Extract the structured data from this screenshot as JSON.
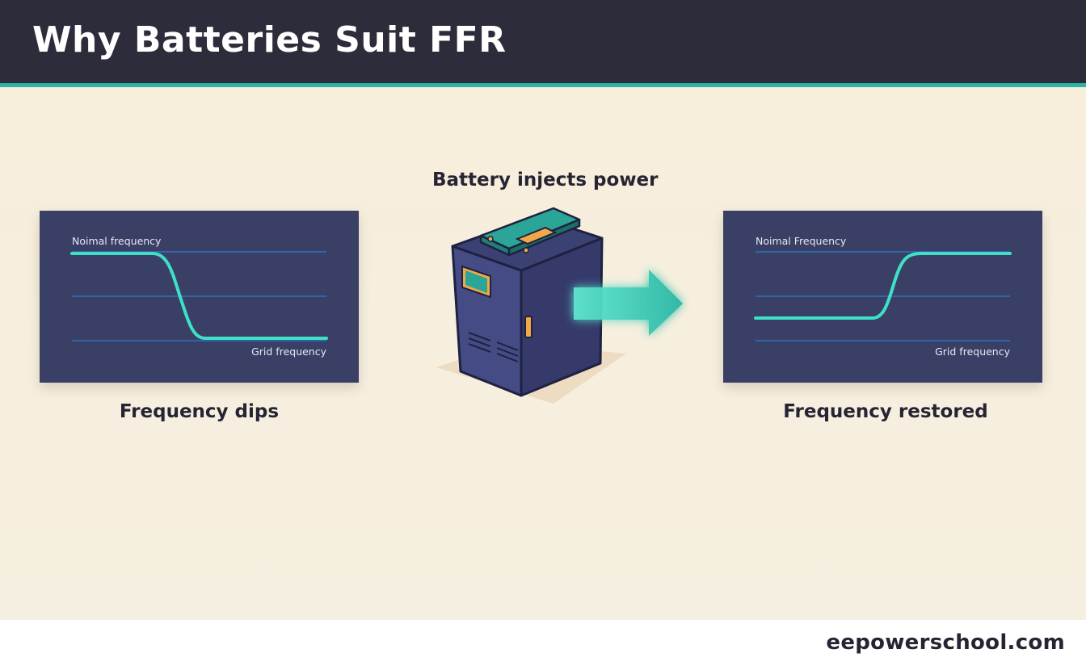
{
  "header": {
    "title": "Why Batteries Suit FFR"
  },
  "left_panel": {
    "top_label": "Noimal frequency",
    "bottom_label": "Grid frequency",
    "caption": "Frequency dips"
  },
  "center": {
    "caption": "Battery injects power"
  },
  "right_panel": {
    "top_label": "Noimal Frequency",
    "bottom_label": "Grid frequency",
    "caption": "Frequency restored"
  },
  "footer": {
    "site": "eepowerschool.com"
  },
  "colors": {
    "header_bg": "#2d2c3b",
    "accent": "#29b6a4",
    "panel_bg": "#3a3f66",
    "trace": "#3fe0c6",
    "gridline": "#2f66a8",
    "page_bg": "#f6efdf"
  }
}
